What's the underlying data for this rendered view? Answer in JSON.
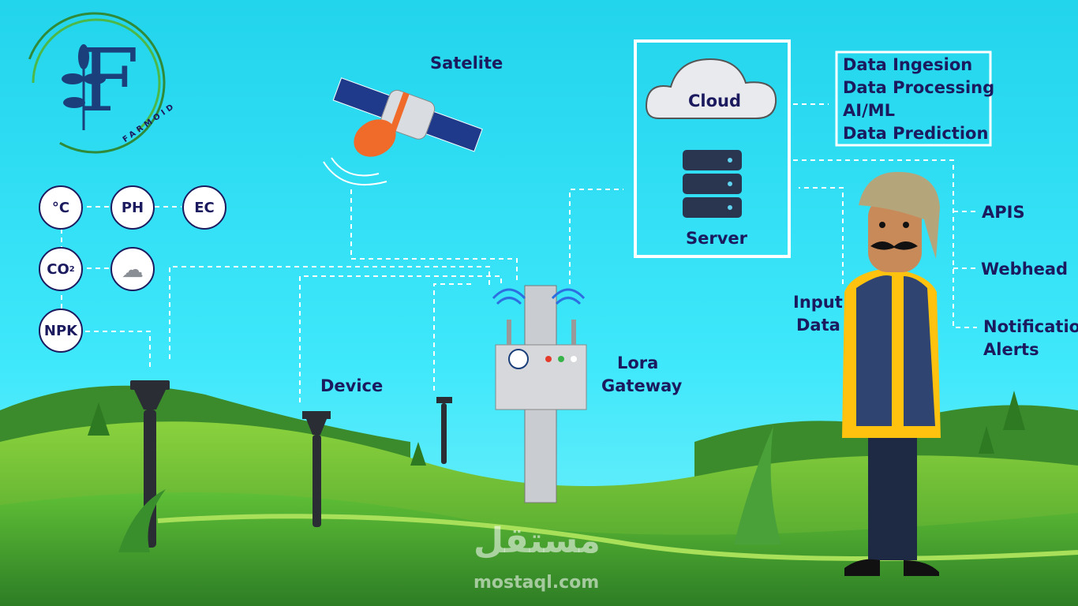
{
  "brand": {
    "name": "FARMOID",
    "letter": "F"
  },
  "sensors": {
    "temp": "°C",
    "ph": "PH",
    "ec": "EC",
    "co2": "CO",
    "co2_sub": "2",
    "npk": "NPK"
  },
  "labels": {
    "satellite": "Satelite",
    "cloud": "Cloud",
    "server": "Server",
    "device": "Device",
    "gateway_line1": "Lora",
    "gateway_line2": "Gateway",
    "input_line1": "Input",
    "input_line2": "Data"
  },
  "services": [
    "Data Ingesion",
    "Data Processing",
    "AI/ML",
    "Data Prediction"
  ],
  "outputs": {
    "apis": "APIS",
    "webhead": "Webhead",
    "notif_line1": "Notification",
    "notif_line2": "Alerts"
  },
  "watermark": {
    "arabic": "مستقل",
    "url": "mostaql.com"
  },
  "colors": {
    "sky": "#33e4f8",
    "grass": "#6cc43a",
    "text": "#1c1a5e",
    "accent": "#f06a2a"
  }
}
